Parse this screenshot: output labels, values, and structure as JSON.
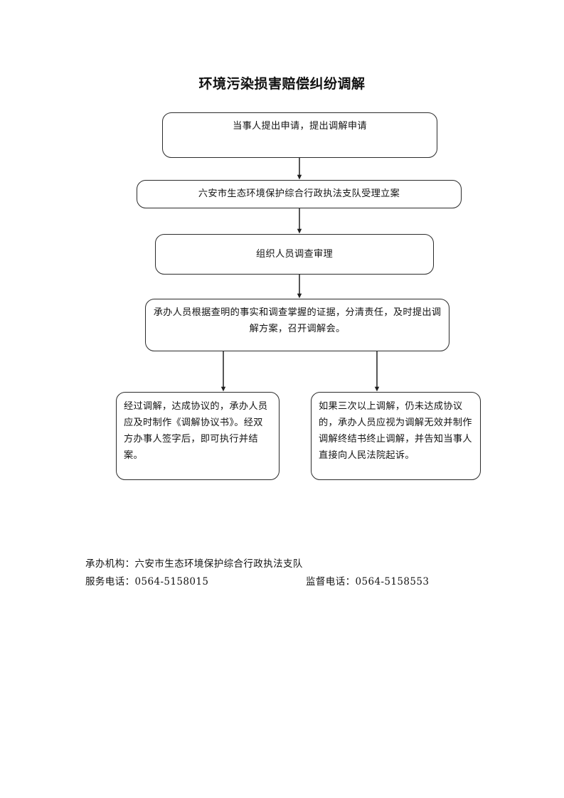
{
  "document": {
    "title": "环境污染损害赔偿纠纷调解"
  },
  "flowchart": {
    "type": "flowchart",
    "orientation": "top-to-bottom",
    "nodes": [
      {
        "id": "node1",
        "label": "当事人提出申请，提出调解申请",
        "shape": "rounded-rectangle"
      },
      {
        "id": "node2",
        "label": "六安市生态环境保护综合行政执法支队受理立案",
        "shape": "rounded-rectangle"
      },
      {
        "id": "node3",
        "label": "组织人员调查审理",
        "shape": "rounded-rectangle"
      },
      {
        "id": "node4",
        "label": "承办人员根据查明的事实和调查掌握的证据，分清责任，及时提出调解方案，召开调解会。",
        "shape": "rounded-rectangle"
      },
      {
        "id": "node5",
        "label": "经过调解，达成协议的，承办人员应及时制作《调解协议书》。经双方办事人签字后，即可执行并结案。",
        "shape": "rounded-rectangle"
      },
      {
        "id": "node6",
        "label": "如果三次以上调解，仍未达成协议的，承办人员应视为调解无效并制作调解终结书终止调解，并告知当事人直接向人民法院起诉。",
        "shape": "rounded-rectangle"
      }
    ],
    "edges": [
      {
        "from": "node1",
        "to": "node2",
        "style": "arrow"
      },
      {
        "from": "node2",
        "to": "node3",
        "style": "arrow"
      },
      {
        "from": "node3",
        "to": "node4",
        "style": "arrow"
      },
      {
        "from": "node4",
        "to": "node5",
        "style": "arrow"
      },
      {
        "from": "node4",
        "to": "node6",
        "style": "arrow"
      }
    ],
    "line_color": "#2b2b2b"
  },
  "footer": {
    "agency_label": "承办机构：六安市生态环境保护综合行政执法支队",
    "service_phone": "服务电话：0564-5158015",
    "supervision_phone": "监督电话：0564-5158553"
  }
}
